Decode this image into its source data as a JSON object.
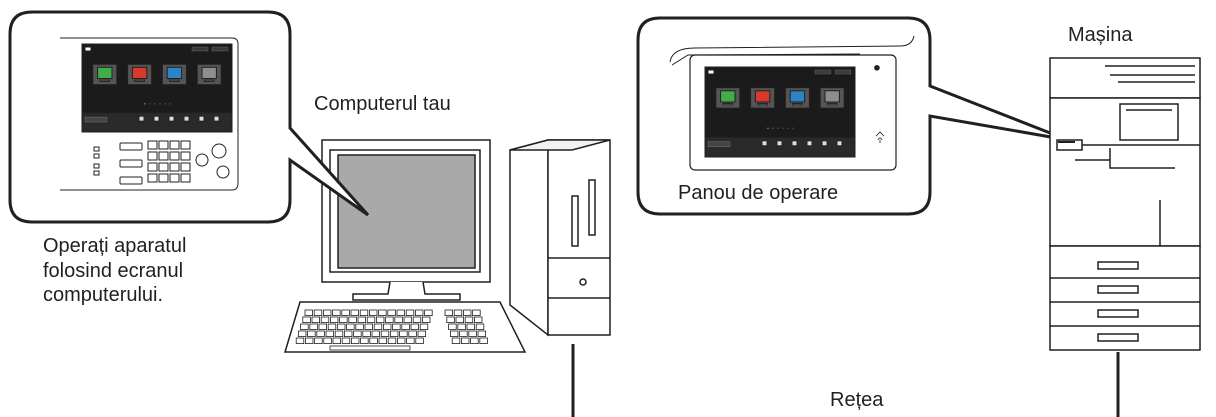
{
  "labels": {
    "computer": "Computerul tau",
    "machine": "Mașina",
    "panel": "Panou de operare",
    "network": "Rețea",
    "instruction_line1": "Operați aparatul",
    "instruction_line2": "folosind ecranul",
    "instruction_line3": "computerului."
  },
  "colors": {
    "line": "#231f20",
    "screen_dark": "#1b1b1b",
    "monitor_screen": "#a9a9a9",
    "tile_green": "#3fae49",
    "tile_red": "#d63a2f",
    "tile_blue": "#2b84c6",
    "tile_gray": "#8e8e8e"
  },
  "icons": {
    "home": "home-icon",
    "tap": "nfc-icon"
  }
}
